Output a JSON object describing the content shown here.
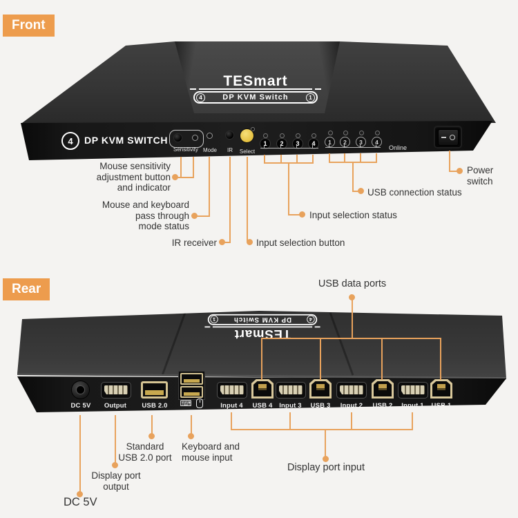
{
  "colors": {
    "accent_orange": "#ED9C4D",
    "line_orange": "#E8A25C",
    "select_yellow": "#E9C94E",
    "device_body": "#2e2e2e"
  },
  "front": {
    "badge": "Front",
    "logo": {
      "brand": "TESmart",
      "left_num": "4",
      "model": "DP KVM Switch",
      "right_num": "1"
    },
    "panel": {
      "logo_num": "4",
      "logo_text": "DP KVM SWITCH",
      "sensitivity_label": "Sensitivity",
      "mode_label": "Mode",
      "ir_label": "IR",
      "select_label": "Select",
      "online_label": "Online",
      "input_leds": [
        "1",
        "2",
        "3",
        "4"
      ],
      "usb_leds": [
        "1",
        "2",
        "3",
        "4"
      ]
    },
    "annotations": {
      "sensitivity": {
        "lines": [
          "Mouse sensitivity",
          "adjustment button",
          "and indicator"
        ]
      },
      "passthrough": {
        "lines": [
          "Mouse and keyboard",
          "pass through",
          "mode status"
        ]
      },
      "ir": "IR receiver",
      "input_button": "Input selection button",
      "input_status": "Input selection status",
      "usb_status": "USB connection status",
      "power": "Power switch"
    }
  },
  "rear": {
    "badge": "Rear",
    "ports": [
      {
        "label": "DC 5V"
      },
      {
        "label": "Output"
      },
      {
        "label": "USB 2.0"
      },
      {
        "label": "Input 4"
      },
      {
        "label": "USB 4"
      },
      {
        "label": "Input 3"
      },
      {
        "label": "USB 3"
      },
      {
        "label": "Input 2"
      },
      {
        "label": "USB 2"
      },
      {
        "label": "Input 1"
      },
      {
        "label": "USB 1"
      }
    ],
    "annotations": {
      "usb_data": "USB data ports",
      "std_usb": {
        "lines": [
          "Standard",
          "USB 2.0 port"
        ]
      },
      "kb_mouse": {
        "lines": [
          "Keyboard and",
          "mouse input"
        ]
      },
      "dp_out": {
        "lines": [
          "Display port",
          "output"
        ]
      },
      "dc": "DC 5V",
      "dp_in": "Display port input"
    }
  }
}
